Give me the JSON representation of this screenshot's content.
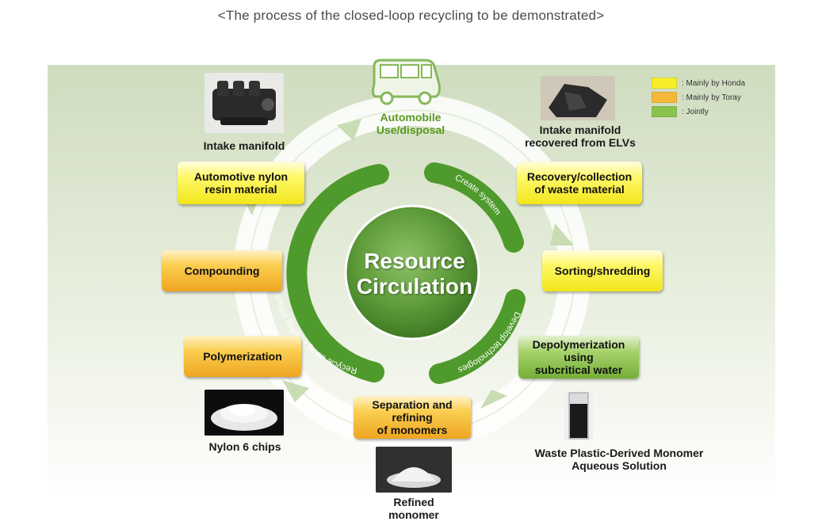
{
  "title": "<The process of the closed-loop recycling to be demonstrated>",
  "colors": {
    "honda": "#f8ee2c",
    "toray": "#f5b93a",
    "jointly": "#8cc34e",
    "ring_green": "#4f9a2c",
    "center_circle": "#5e9b3a"
  },
  "legend": [
    {
      "label": ": Mainly by Honda",
      "color": "#f8ee2c"
    },
    {
      "label": ": Mainly by Toray",
      "color": "#f5b93a"
    },
    {
      "label": ": Jointly",
      "color": "#8cc34e"
    }
  ],
  "center": {
    "line1": "Resource",
    "line2": "Circulation"
  },
  "arc_labels": {
    "create": "Create system",
    "develop": "Develop technologies",
    "recycle": "Recycle using existing infrastructures"
  },
  "steps": {
    "automobile": {
      "line1": "Automobile",
      "line2": "Use/disposal"
    },
    "recovery": {
      "line1": "Recovery/collection",
      "line2": "of waste material"
    },
    "sorting": {
      "line1": "Sorting/shredding"
    },
    "depolymerization": {
      "line1": "Depolymerization",
      "line2": "using",
      "line3": "subcritical water"
    },
    "separation": {
      "line1": "Separation and",
      "line2": "refining",
      "line3": "of monomers"
    },
    "polymerization": {
      "line1": "Polymerization"
    },
    "compounding": {
      "line1": "Compounding"
    },
    "nylon_resin": {
      "line1": "Automotive nylon",
      "line2": "resin material"
    }
  },
  "photo_labels": {
    "intake_manifold": "Intake manifold",
    "intake_recovered": {
      "line1": "Intake manifold",
      "line2": "recovered from ELVs"
    },
    "nylon_chips": "Nylon 6 chips",
    "monomer_solution": {
      "line1": "Waste Plastic-Derived Monomer",
      "line2": "Aqueous Solution"
    },
    "refined_monomer": {
      "line1": "Refined",
      "line2": "monomer"
    }
  },
  "icons": {
    "car": "car-icon",
    "intake_manifold": "intake-manifold-photo",
    "recovered_manifold": "recovered-manifold-photo",
    "nylon_chips": "nylon-chips-photo",
    "monomer_solution": "monomer-solution-photo",
    "refined_monomer": "refined-monomer-photo"
  }
}
